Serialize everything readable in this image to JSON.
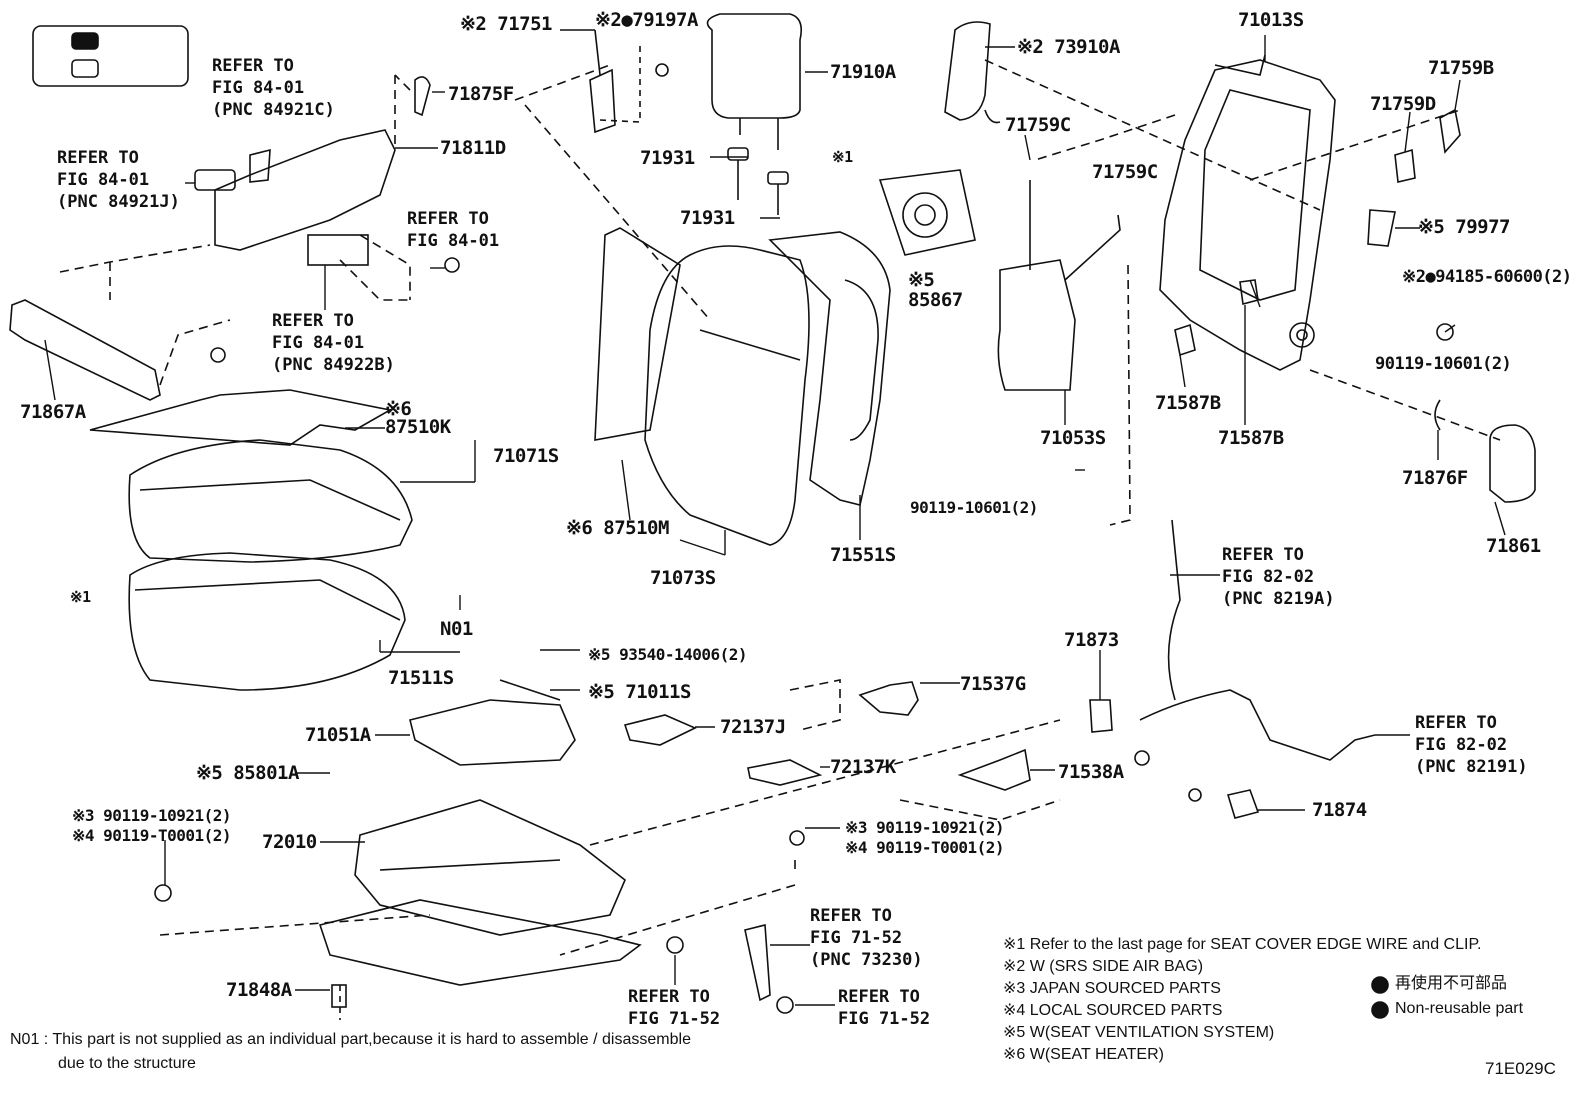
{
  "diagram_code": "71E029C",
  "legend_box": {
    "filled": "",
    "empty": ""
  },
  "parts": {
    "p71751": "※2 71751",
    "p79197A": "※2●79197A",
    "p71910A": "71910A",
    "p71931a": "71931",
    "p71931b": "71931",
    "p71875F": "71875F",
    "p71811D": "71811D",
    "p73910A": "※2 73910A",
    "p71759C_a": "71759C",
    "p71759C_b": "71759C",
    "p85867": "※5\n85867",
    "p71013S": "71013S",
    "p71759B": "71759B",
    "p71759D": "71759D",
    "p79977": "※5 79977",
    "p94185": "※2●94185-60600(2)",
    "p90119_10601_r": "90119-10601(2)",
    "p71587B_a": "71587B",
    "p71587B_b": "71587B",
    "p71053S": "71053S",
    "p71876F": "71876F",
    "p71861": "71861",
    "p90119_10601_l": "90119-10601(2)",
    "p71867A": "71867A",
    "p87510K": "※6\n87510K",
    "p71071S": "71071S",
    "p87510M": "※6 87510M",
    "p71073S": "71073S",
    "p71551S": "71551S",
    "pmark1": "※1",
    "pN01": "N01",
    "p71511S": "71511S",
    "p93540": "※5 93540-14006(2)",
    "p71011S": "※5 71011S",
    "p71537G": "71537G",
    "p71873": "71873",
    "p71051A": "71051A",
    "p72137J": "72137J",
    "p85801A": "※5 85801A",
    "p72137K": "72137K",
    "p71538A": "71538A",
    "p71874": "71874",
    "p90119_10921_a": "※3 90119-10921(2)\n※4 90119-T0001(2)",
    "p72010": "72010",
    "p90119_10921_b": "※3 90119-10921(2)\n※4 90119-T0001(2)",
    "p71848A": "71848A",
    "pmark1b": "※1"
  },
  "refs": {
    "r1": "REFER TO\nFIG 84-01\n(PNC 84921C)",
    "r2": "REFER TO\nFIG 84-01\n(PNC 84921J)",
    "r3": "REFER TO\nFIG 84-01",
    "r4": "REFER TO\nFIG 84-01\n(PNC 84922B)",
    "r5": "REFER TO\nFIG 82-02\n(PNC 8219A)",
    "r6": "REFER TO\nFIG 82-02\n(PNC 82191)",
    "r7": "REFER TO\nFIG 71-52\n(PNC 73230)",
    "r8": "REFER TO\nFIG 71-52",
    "r9": "REFER TO\nFIG 71-52"
  },
  "notes": {
    "n1": "※1  Refer to the last page for SEAT COVER EDGE WIRE and CLIP.",
    "n2": "※2  W (SRS SIDE AIR BAG)",
    "n3": "※3  JAPAN SOURCED PARTS",
    "n4": "※4  LOCAL SOURCED PARTS",
    "n5": "※5  W(SEAT VENTILATION SYSTEM)",
    "n6": "※6  W(SEAT HEATER)",
    "legend_jp": "再使用不可部品",
    "legend_en": "Non-reusable part",
    "n01_line1": "N01 : This part is not supplied as an individual part,because it is hard to assemble / disassemble",
    "n01_line2": "due to the structure"
  }
}
